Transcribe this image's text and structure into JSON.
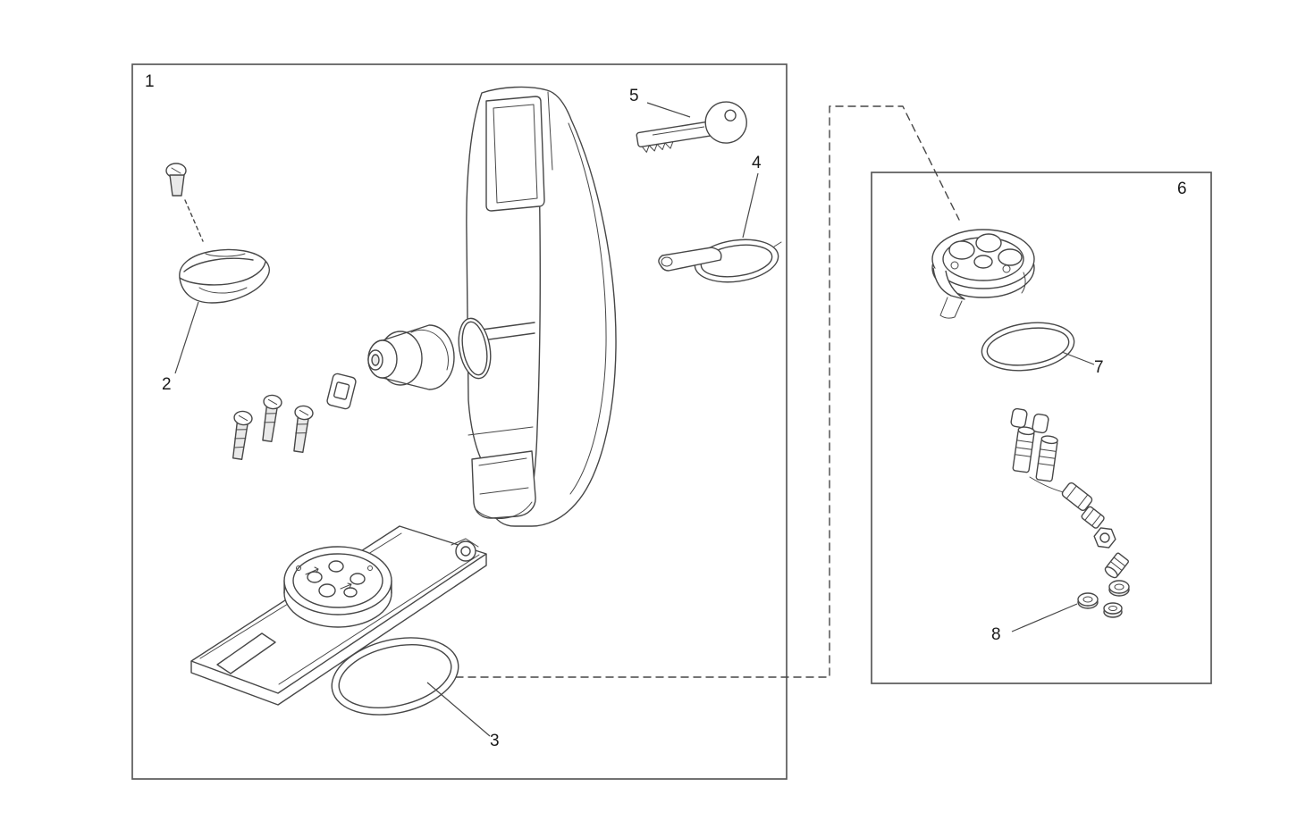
{
  "diagram": {
    "type": "exploded-parts-diagram",
    "callouts": [
      {
        "id": "main-assembly-box",
        "label": "1"
      },
      {
        "id": "cap-part",
        "label": "2"
      },
      {
        "id": "base-gasket",
        "label": "3"
      },
      {
        "id": "clamp-ring",
        "label": "4"
      },
      {
        "id": "key",
        "label": "5"
      },
      {
        "id": "detail-box",
        "label": "6"
      },
      {
        "id": "o-ring",
        "label": "7"
      },
      {
        "id": "washers",
        "label": "8"
      }
    ],
    "colors": {
      "line": "#474747",
      "box_border": "#5a5a5a",
      "background": "#ffffff",
      "label_text": "#1a1a1a"
    }
  }
}
